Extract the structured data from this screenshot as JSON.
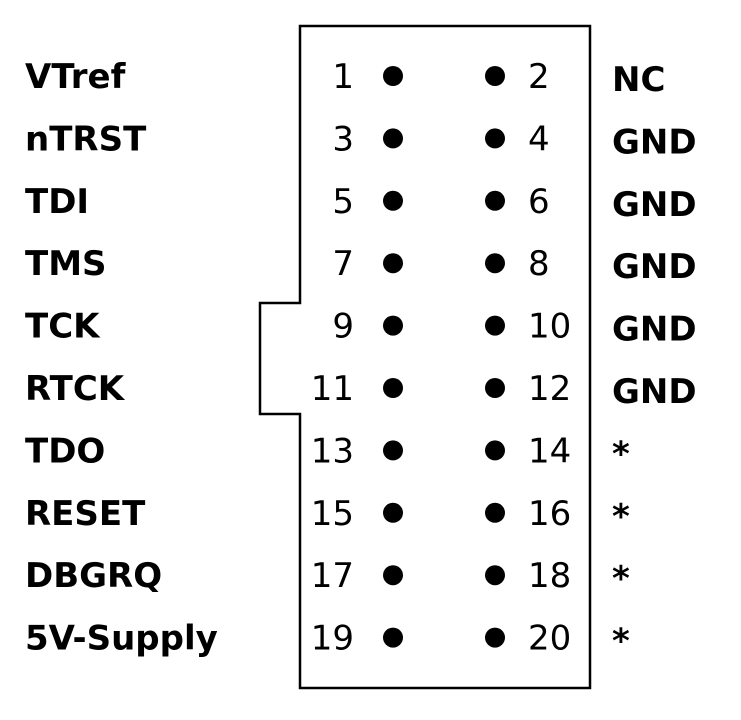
{
  "connector": {
    "rows": [
      {
        "left_label": "VTref",
        "odd_pin": "1",
        "even_pin": "2",
        "right_label": "NC"
      },
      {
        "left_label": "nTRST",
        "odd_pin": "3",
        "even_pin": "4",
        "right_label": "GND"
      },
      {
        "left_label": "TDI",
        "odd_pin": "5",
        "even_pin": "6",
        "right_label": "GND"
      },
      {
        "left_label": "TMS",
        "odd_pin": "7",
        "even_pin": "8",
        "right_label": "GND"
      },
      {
        "left_label": "TCK",
        "odd_pin": "9",
        "even_pin": "10",
        "right_label": "GND"
      },
      {
        "left_label": "RTCK",
        "odd_pin": "11",
        "even_pin": "12",
        "right_label": "GND"
      },
      {
        "left_label": "TDO",
        "odd_pin": "13",
        "even_pin": "14",
        "right_label": "*"
      },
      {
        "left_label": "RESET",
        "odd_pin": "15",
        "even_pin": "16",
        "right_label": "*"
      },
      {
        "left_label": "DBGRQ",
        "odd_pin": "17",
        "even_pin": "18",
        "right_label": "*"
      },
      {
        "left_label": "5V-Supply",
        "odd_pin": "19",
        "even_pin": "20",
        "right_label": "*"
      }
    ]
  },
  "colors": {
    "ink": "#000000",
    "background": "#ffffff"
  }
}
